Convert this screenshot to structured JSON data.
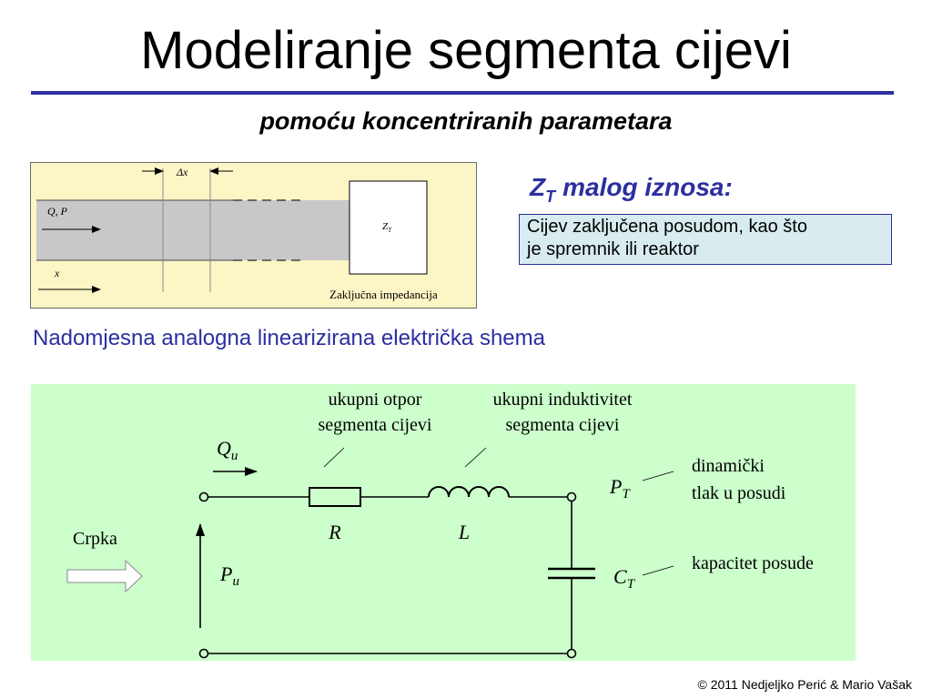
{
  "slide": {
    "title": "Modeliranje segmenta cijevi",
    "subtitle": "pomoću koncentriranih  parametara",
    "copyright": "© 2011 Nedjeljko Perić & Mario Vašak"
  },
  "pipe_diagram": {
    "delta_label": "Δx",
    "flow_label": "Q, P",
    "x_label": "x",
    "zt_main": "Z",
    "zt_sub": "T",
    "caption": "Zaključna impedancija"
  },
  "zt_panel": {
    "heading_main": "Z",
    "heading_sub": "T",
    "heading_rest": "malog iznosa:",
    "description_line1": "Cijev zaključena posudom, kao što",
    "description_line2": "je spremnik ili reaktor"
  },
  "circuit_section": {
    "heading": "Nadomjesna analogna linearizirana električka shema"
  },
  "circuit": {
    "resistor_note_line1": "ukupni otpor",
    "resistor_note_line2": "segmenta cijevi",
    "inductor_note_line1": "ukupni induktivitet",
    "inductor_note_line2": "segmenta cijevi",
    "flow_main": "Q",
    "flow_sub": "u",
    "pressure_main": "P",
    "pressure_sub": "u",
    "resistor_label": "R",
    "inductor_label": "L",
    "pt_main": "P",
    "pt_sub": "T",
    "ct_main": "C",
    "ct_sub": "T",
    "pt_note_line1": "dinamički",
    "pt_note_line2": "tlak u posudi",
    "ct_note": "kapacitet posude",
    "pump_label": "Crpka"
  }
}
